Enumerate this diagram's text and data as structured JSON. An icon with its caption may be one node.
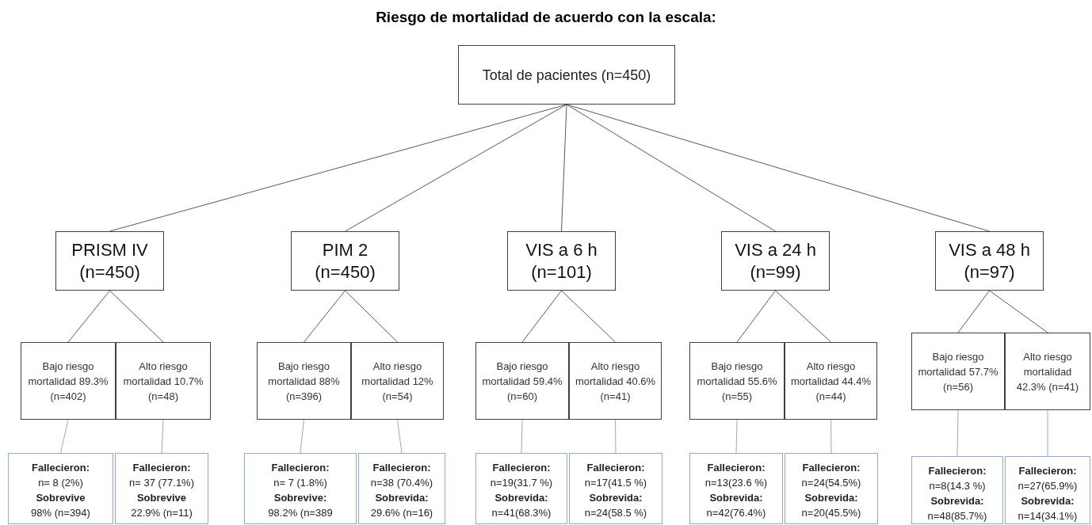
{
  "diagram": {
    "title": "Riesgo de mortalidad de acuerdo con la escala:",
    "nodes": [
      {
        "text": [
          "Total de pacientes (n=450)"
        ]
      },
      {
        "text": [
          "PRISM IV (n=450)"
        ]
      },
      {
        "text": [
          "PIM 2 (n=450)"
        ]
      },
      {
        "text": [
          "VIS a 6 h (n=101)"
        ]
      },
      {
        "text": [
          "VIS a 24 h (n=99)"
        ]
      },
      {
        "text": [
          "VIS a 48 h (n=97)"
        ]
      },
      {
        "text": [
          "Bajo riesgo mortalidad 89.3% (n=402)"
        ]
      },
      {
        "text": [
          "Alto riesgo mortalidad 10.7% (n=48)"
        ]
      },
      {
        "text": [
          "Bajo riesgo mortalidad 88% (n=396)"
        ]
      },
      {
        "text": [
          "Alto riesgo mortalidad 12% (n=54)"
        ]
      },
      {
        "text": [
          "Bajo riesgo mortalidad 59.4% (n=60)"
        ]
      },
      {
        "text": [
          "Alto riesgo mortalidad 40.6% (n=41)"
        ]
      },
      {
        "text": [
          "Bajo riesgo mortalidad 55.6% (n=55)"
        ]
      },
      {
        "text": [
          "Alto riesgo mortalidad 44.4% (n=44)"
        ]
      },
      {
        "text": [
          "Bajo riesgo mortalidad 57.7% (n=56)"
        ]
      },
      {
        "text": [
          "Alto riesgo mortalidad 42.3% (n=41)"
        ]
      },
      {
        "text": [
          "Fallecieron:",
          "n= 8 (2%)",
          "Sobrevive",
          "98% (n=394)"
        ]
      },
      {
        "text": [
          "Fallecieron:",
          "n= 37 (77.1%)",
          "Sobrevive",
          "22.9% (n=11)"
        ]
      },
      {
        "text": [
          "Fallecieron:",
          "n= 7 (1.8%)",
          "Sobrevive:",
          "98.2% (n=389"
        ]
      },
      {
        "text": [
          "Fallecieron:",
          "n=38 (70.4%)",
          "Sobrevida:",
          "29.6% (n=16)"
        ]
      },
      {
        "text": [
          "Fallecieron:",
          "n=19(31.7 %)",
          "Sobrevida:",
          "n=41(68.3%)"
        ]
      },
      {
        "text": [
          "Fallecieron:",
          "n=17(41.5 %)",
          "Sobrevida:",
          "n=24(58.5 %)"
        ]
      },
      {
        "text": [
          "Fallecieron:",
          "n=13(23.6 %)",
          "Sobrevida:",
          "n=42(76.4%)"
        ]
      },
      {
        "text": [
          "Fallecieron:",
          "n=24(54.5%)",
          "Sobrevida:",
          "n=20(45.5%)"
        ]
      },
      {
        "text": [
          "Fallecieron:",
          "n=8(14.3 %)",
          "Sobrevida:",
          "n=48(85.7%)"
        ]
      },
      {
        "text": [
          "Fallecieron:",
          "n=27(65.9%)",
          "Sobrevida:",
          "n=14(34.1%)"
        ]
      }
    ],
    "edges": [
      {
        "from": 0,
        "to": 1,
        "arrow": "none"
      },
      {
        "from": 0,
        "to": 2,
        "arrow": "none"
      },
      {
        "from": 0,
        "to": 3,
        "arrow": "none"
      },
      {
        "from": 0,
        "to": 4,
        "arrow": "none"
      },
      {
        "from": 0,
        "to": 5,
        "arrow": "none"
      },
      {
        "from": 1,
        "to": 6,
        "arrow": "none"
      },
      {
        "from": 1,
        "to": 7,
        "arrow": "none"
      },
      {
        "from": 2,
        "to": 8,
        "arrow": "none"
      },
      {
        "from": 2,
        "to": 9,
        "arrow": "none"
      },
      {
        "from": 3,
        "to": 10,
        "arrow": "none"
      },
      {
        "from": 3,
        "to": 11,
        "arrow": "none"
      },
      {
        "from": 4,
        "to": 12,
        "arrow": "none"
      },
      {
        "from": 4,
        "to": 13,
        "arrow": "none"
      },
      {
        "from": 5,
        "to": 14,
        "arrow": "none"
      },
      {
        "from": 5,
        "to": 15,
        "arrow": "none"
      },
      {
        "from": 6,
        "to": 16,
        "arrow": "none",
        "color": "#8eaadb"
      },
      {
        "from": 7,
        "to": 17,
        "arrow": "none",
        "color": "#8eaadb"
      },
      {
        "from": 8,
        "to": 18,
        "arrow": "none",
        "color": "#8eaadb"
      },
      {
        "from": 9,
        "to": 19,
        "arrow": "none",
        "color": "#8eaadb"
      },
      {
        "from": 10,
        "to": 20,
        "arrow": "none",
        "color": "#8eaadb"
      },
      {
        "from": 11,
        "to": 21,
        "arrow": "none",
        "color": "#8eaadb"
      },
      {
        "from": 12,
        "to": 22,
        "arrow": "none",
        "color": "#8eaadb"
      },
      {
        "from": 13,
        "to": 23,
        "arrow": "none",
        "color": "#8eaadb"
      },
      {
        "from": 14,
        "to": 24,
        "arrow": "none",
        "color": "#8eaadb"
      },
      {
        "from": 15,
        "to": 25,
        "arrow": "none",
        "color": "#8eaadb"
      }
    ]
  }
}
